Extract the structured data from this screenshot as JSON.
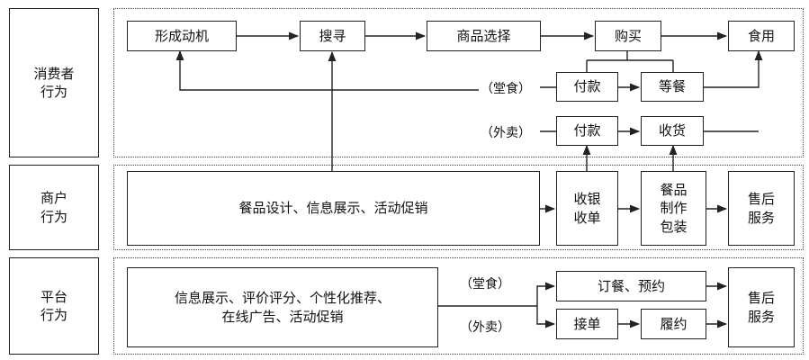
{
  "rows": {
    "consumer": "消费者\n行为",
    "merchant": "商户\n行为",
    "platform": "平台\n行为"
  },
  "consumer": {
    "motive": "形成动机",
    "search": "搜寻",
    "select": "商品选择",
    "purchase": "购买",
    "eat": "食用",
    "pay_dinein": "付款",
    "wait_meal": "等餐",
    "pay_takeout": "付款",
    "receive": "收货"
  },
  "merchant": {
    "design": "餐品设计、信息展示、活动促销",
    "cashier": "收银\n收单",
    "production": "餐品\n制作\n包装",
    "after_sales": "售后\n服务"
  },
  "platform": {
    "info": "信息展示、评价评分、个性化推荐、\n在线广告、活动促销",
    "booking": "订餐、预约",
    "accept": "接单",
    "fulfill": "履约",
    "after_sales": "售后\n服务"
  },
  "labels": {
    "dinein": "（堂食）",
    "takeout": "（外卖）"
  }
}
